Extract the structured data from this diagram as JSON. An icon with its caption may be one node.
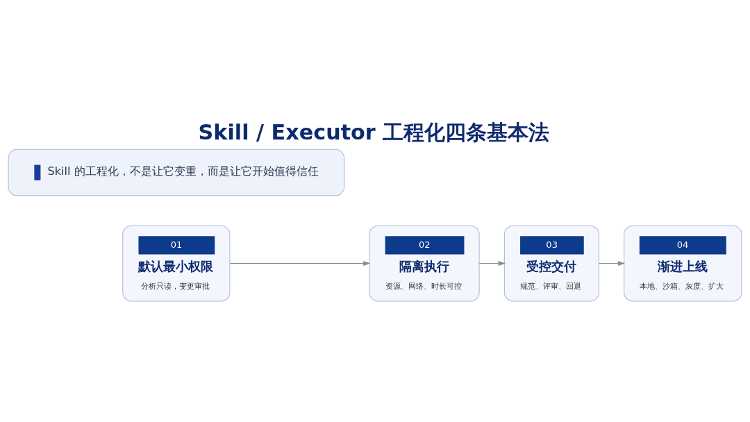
{
  "diagram": {
    "title": "Skill / Executor 工程化四条基本法",
    "nodes": [
      {
        "text": [
          "01",
          "默认最小权限",
          "分析只读，变更审批"
        ]
      },
      {
        "text": [
          "02",
          "隔离执行",
          "资源、网络、时长可控"
        ]
      },
      {
        "text": [
          "03",
          "受控交付",
          "规范、评审、回退"
        ]
      },
      {
        "text": [
          "04",
          "渐进上线",
          "本地、沙箱、灰度、扩大"
        ]
      },
      {
        "text": [
          "Skill 的工程化，不是让它变重，而是让它开始值得信任"
        ]
      }
    ],
    "edges": [
      {
        "from": 0,
        "to": 1,
        "arrow": "to"
      },
      {
        "from": 1,
        "to": 2,
        "arrow": "to"
      },
      {
        "from": 2,
        "to": 3,
        "arrow": "to"
      }
    ]
  }
}
